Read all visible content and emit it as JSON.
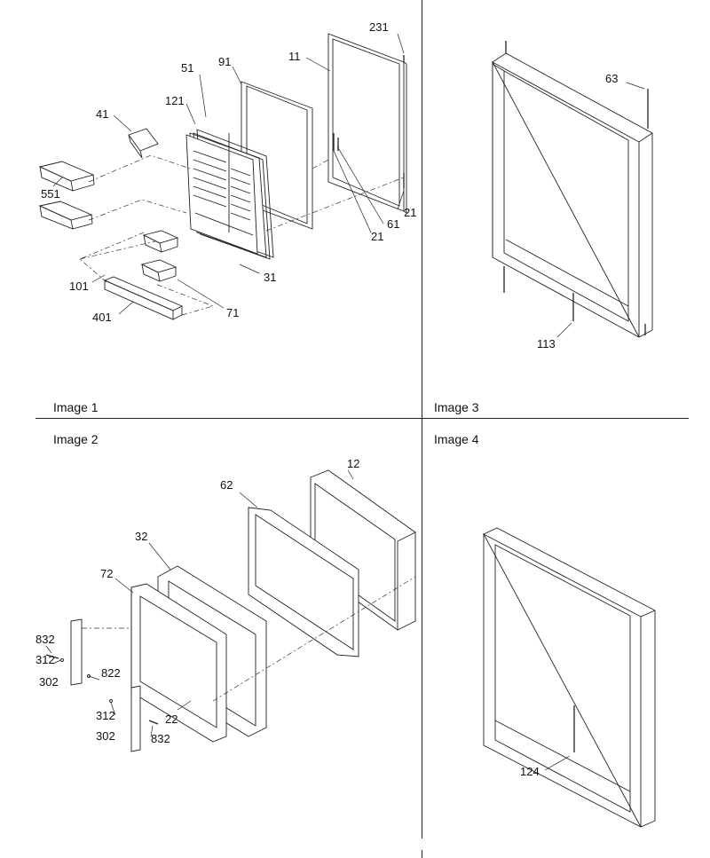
{
  "panels": [
    {
      "id": "image1",
      "caption": "Image 1",
      "callouts": [
        "231",
        "11",
        "91",
        "51",
        "121",
        "41",
        "551",
        "21",
        "61",
        "21",
        "101",
        "31",
        "401",
        "71"
      ]
    },
    {
      "id": "image3",
      "caption": "Image 3",
      "callouts": [
        "63",
        "113"
      ]
    },
    {
      "id": "image2",
      "caption": "Image 2",
      "callouts": [
        "12",
        "62",
        "32",
        "72",
        "832",
        "312",
        "822",
        "302",
        "312",
        "22",
        "302",
        "832"
      ]
    },
    {
      "id": "image4",
      "caption": "Image 4",
      "callouts": [
        "124"
      ]
    }
  ]
}
